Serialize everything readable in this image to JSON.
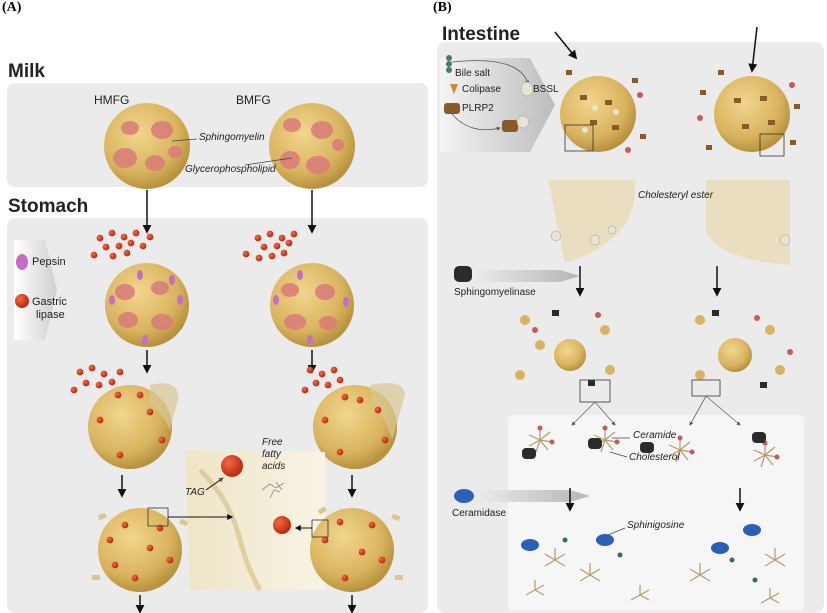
{
  "panel_a": {
    "letter": "(A)",
    "milk_title": "Milk",
    "hmfg": "HMFG",
    "bmfg": "BMFG",
    "sphingomyelin": "Sphingomyelin",
    "glycerophospholipid": "Glycerophospholipid",
    "stomach_title": "Stomach",
    "pepsin": "Pepsin",
    "gastric": "Gastric",
    "lipase": "lipase",
    "tag": "TAG",
    "free": "Free",
    "fatty": "fatty",
    "acids": "acids"
  },
  "panel_b": {
    "letter": "(B)",
    "intestine_title": "Intestine",
    "bile_salt": "Bile salt",
    "colipase": "Colipase",
    "bssl": "BSSL",
    "plrp2": "PLRP2",
    "cholesteryl_ester": "Cholesteryl ester",
    "sphingomyelinase": "Sphingomyelinase",
    "ceramide": "Ceramide",
    "cholesterol": "Cholesterol",
    "ceramidase": "Ceramidase",
    "sphingosine": "Sphinigosine"
  },
  "colors": {
    "panel_bg": "#ebebeb",
    "globule": "#d9b45f",
    "globule_dark": "#b8923e",
    "patch": "#d97a7a",
    "lipase_red": "#d8391c",
    "pepsin_pink": "#c46ec4",
    "ceramidase_blue": "#2c5fb8",
    "arrow": "#111111"
  }
}
